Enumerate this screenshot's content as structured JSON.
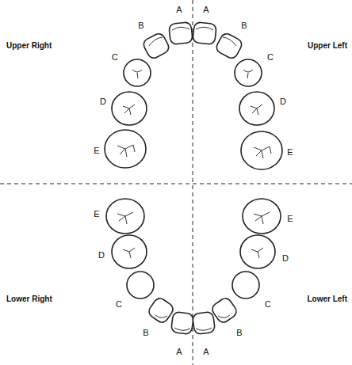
{
  "diagram": {
    "labels": [
      "A",
      "A",
      "Upper Right",
      "B",
      "B",
      "Upper Left",
      "C",
      "C",
      "D",
      "D",
      "E",
      "E",
      "E",
      "E",
      "D",
      "D",
      "C",
      "C",
      "Lower Right",
      "Lower Left",
      "B",
      "B",
      "A",
      "A"
    ]
  }
}
